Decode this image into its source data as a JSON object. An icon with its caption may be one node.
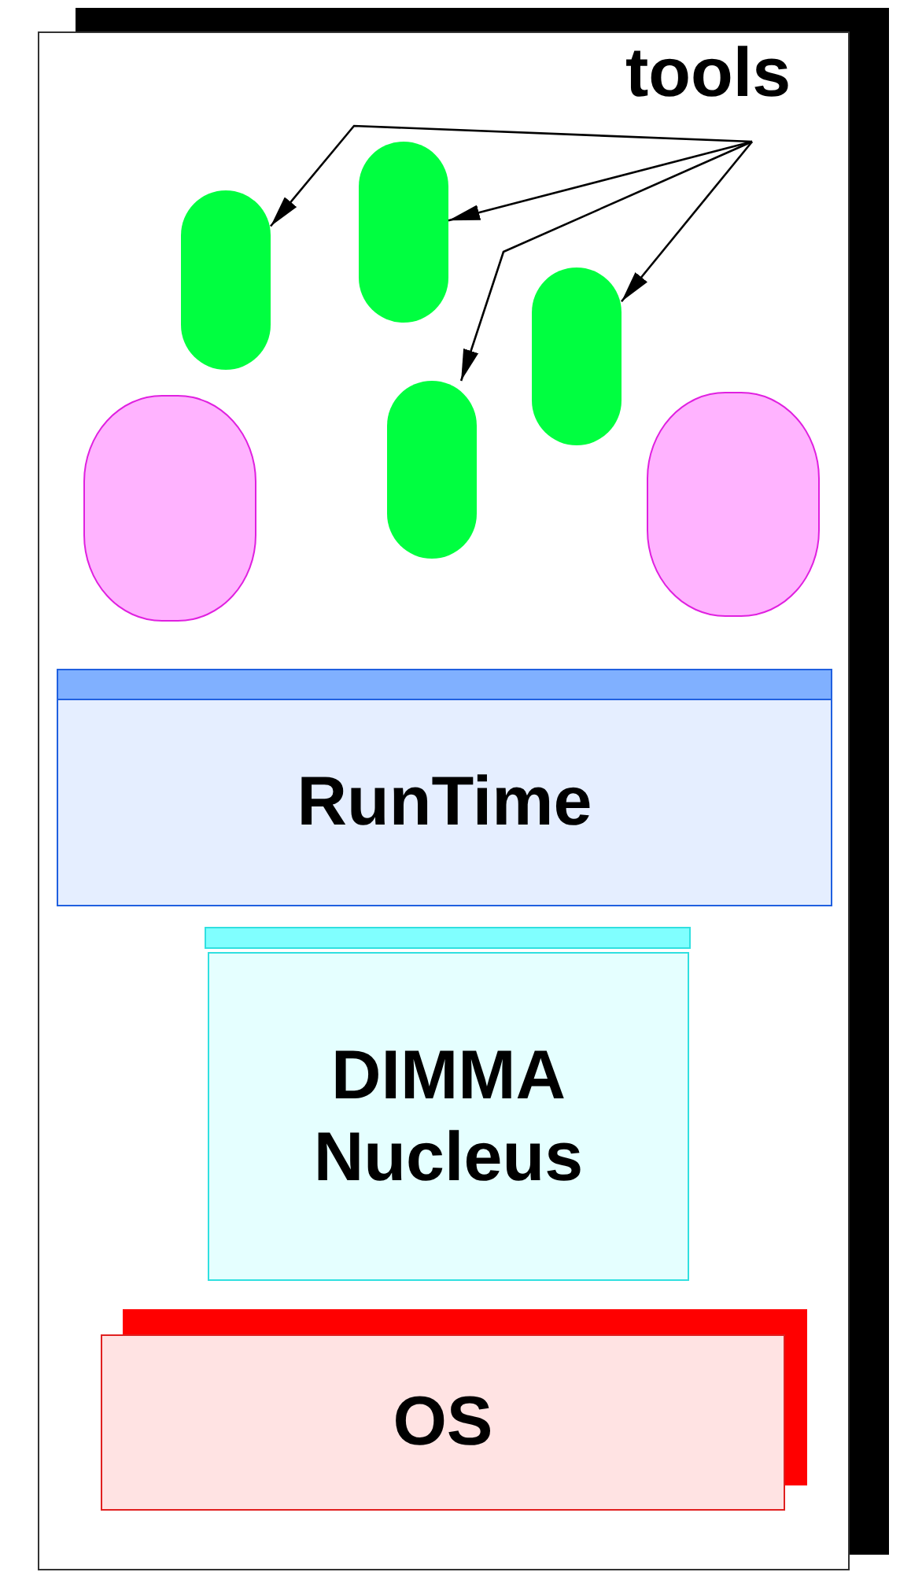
{
  "diagram": {
    "nodes": [
      {
        "text": [
          "tools"
        ]
      },
      {
        "text": [],
        "shape": "pill"
      },
      {
        "text": [],
        "shape": "pill"
      },
      {
        "text": [],
        "shape": "pill"
      },
      {
        "text": [],
        "shape": "pill"
      },
      {
        "text": [
          "RunTime"
        ]
      },
      {
        "text": [
          "DIMMA Nucleus"
        ]
      },
      {
        "text": [
          "OS"
        ]
      },
      {
        "text": [],
        "shape": "oval"
      },
      {
        "text": [],
        "shape": "oval"
      }
    ],
    "edges": [
      {
        "from": 0,
        "to": 2,
        "arrow": "to"
      },
      {
        "from": 0,
        "to": 1,
        "arrow": "to"
      },
      {
        "from": 0,
        "to": 4,
        "arrow": "to"
      },
      {
        "from": 0,
        "to": 3,
        "arrow": "to"
      }
    ]
  }
}
